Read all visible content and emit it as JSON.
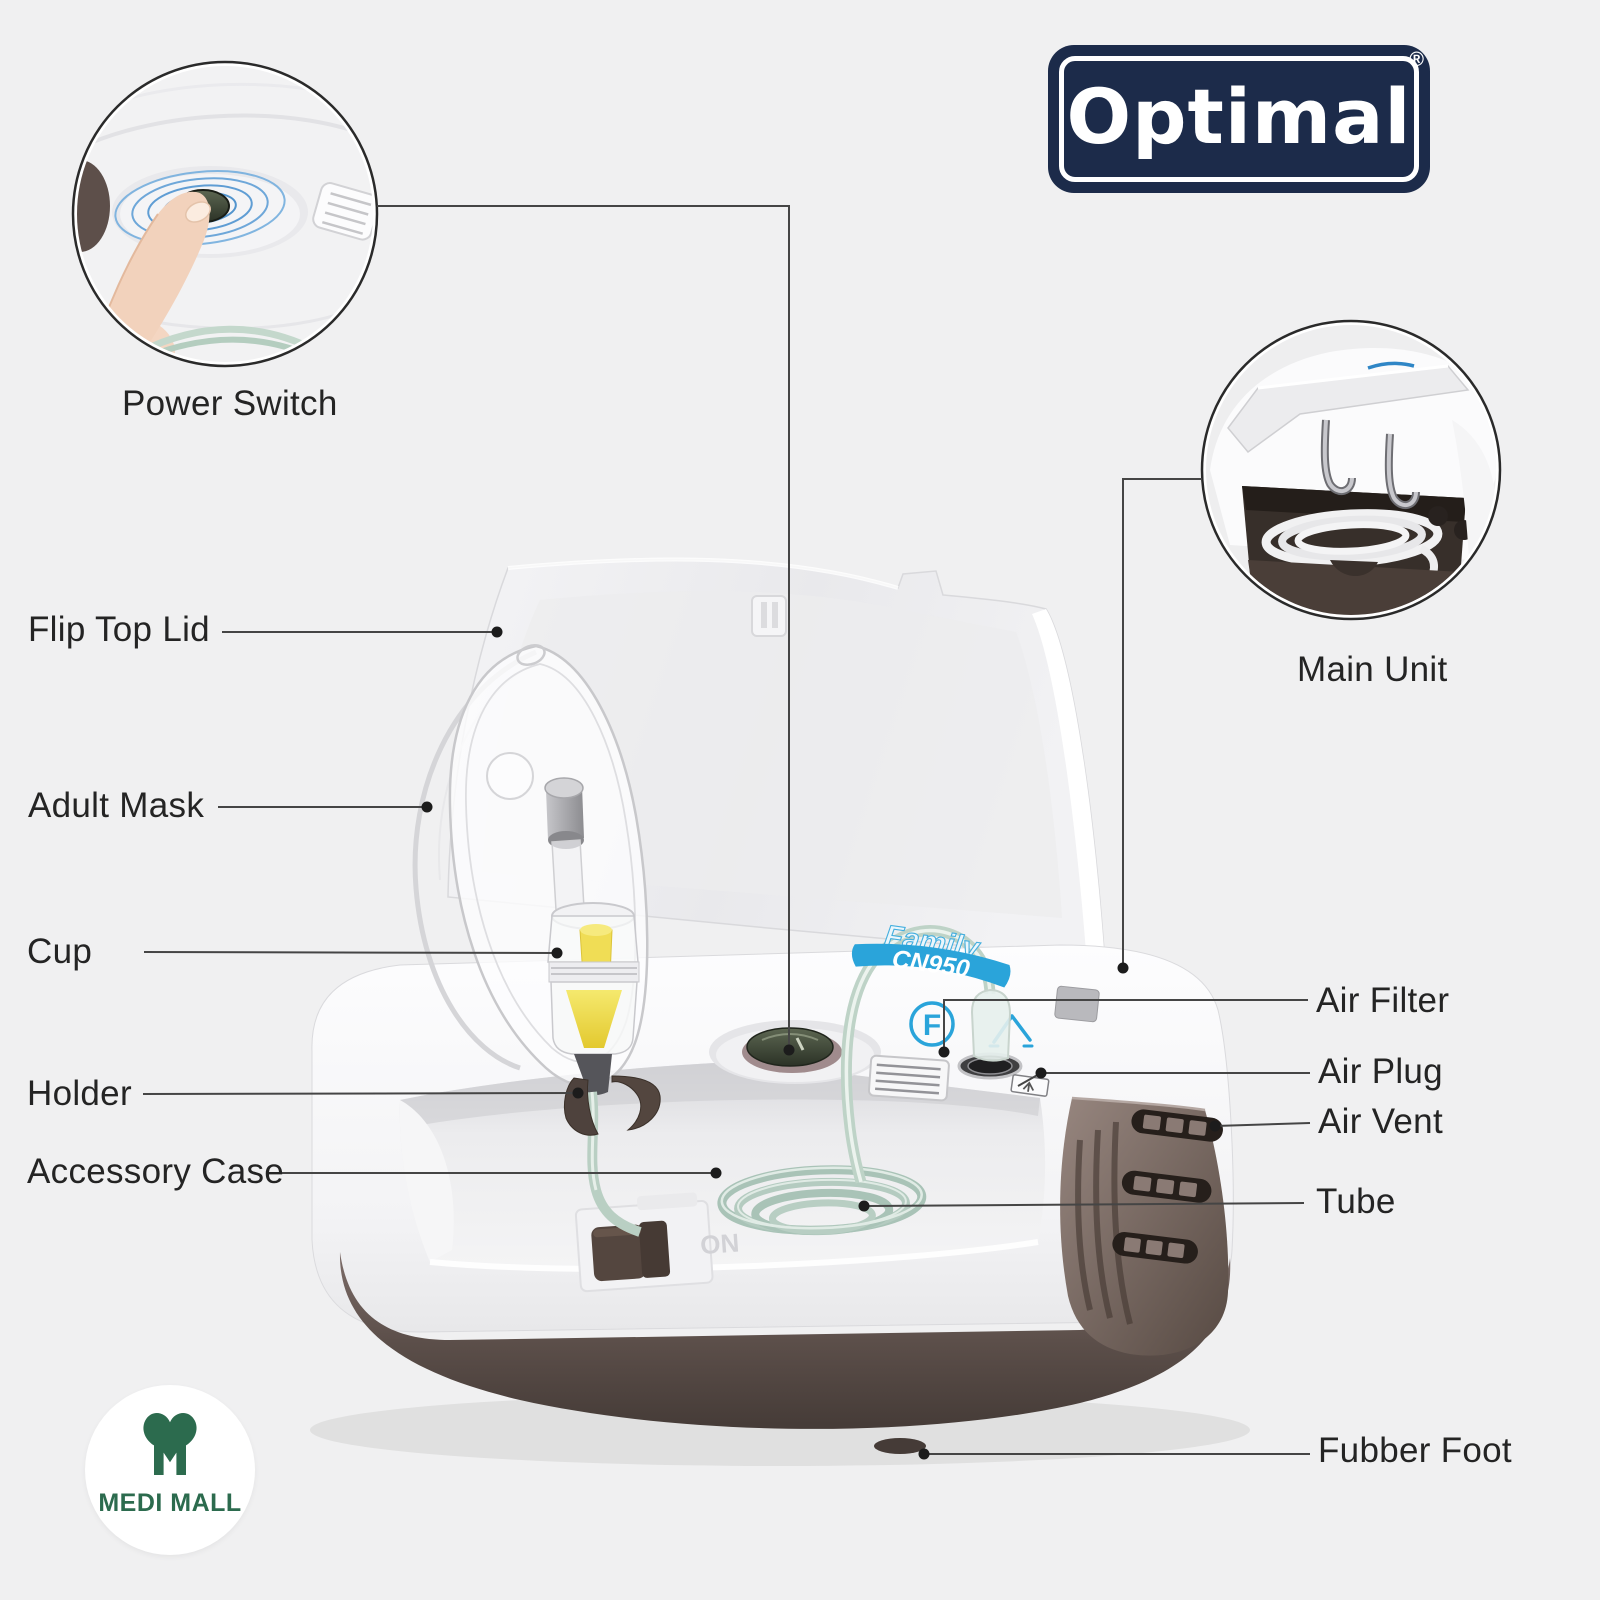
{
  "background": "#f0f0f1",
  "brand_logo": {
    "text": "Optimal",
    "registered_mark": "®"
  },
  "store_logo": {
    "name": "MEDI MALL"
  },
  "device_markings": {
    "brand_script": "Family",
    "model": "CN950",
    "filter_letter": "F",
    "power_mark": "I",
    "switch_label": "ON"
  },
  "callouts": {
    "power_switch": "Power Switch",
    "flip_top_lid": "Flip Top Lid",
    "adult_mask": "Adult Mask",
    "cup": "Cup",
    "holder": "Holder",
    "accessory_case": "Accessory Case",
    "main_unit": "Main Unit",
    "air_filter": "Air Filter",
    "air_plug": "Air Plug",
    "air_vent": "Air Vent",
    "tube": "Tube",
    "fubber_foot": "Fubber Foot"
  },
  "colors": {
    "accent_blue": "#2aa4da",
    "label_text": "#242424",
    "callout_line": "#454545",
    "brand_navy": "#1c2b4a",
    "store_green": "#2c6b4e",
    "base_dark": "#5a4c47",
    "tube_green": "#b7cfc3"
  }
}
